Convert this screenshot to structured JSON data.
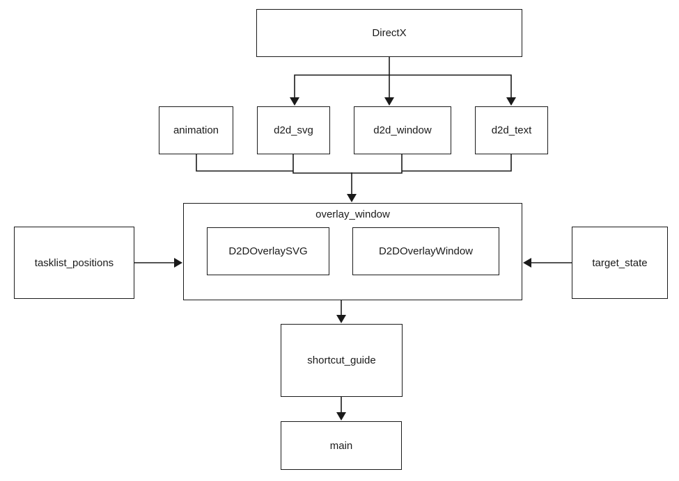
{
  "diagram": {
    "type": "dependency-flowchart",
    "colors": {
      "background": "#ffffff",
      "stroke": "#1a1a1a",
      "text": "#1a1a1a",
      "node_fill": "#ffffff"
    },
    "nodes": {
      "directx": {
        "label": "DirectX"
      },
      "animation": {
        "label": "animation"
      },
      "d2d_svg": {
        "label": "d2d_svg"
      },
      "d2d_window": {
        "label": "d2d_window"
      },
      "d2d_text": {
        "label": "d2d_text"
      },
      "overlay_window": {
        "label": "overlay_window"
      },
      "d2d_overlay_svg": {
        "label": "D2DOverlaySVG"
      },
      "d2d_overlay_window": {
        "label": "D2DOverlayWindow"
      },
      "tasklist_positions": {
        "label": "tasklist_positions"
      },
      "target_state": {
        "label": "target_state"
      },
      "shortcut_guide": {
        "label": "shortcut_guide"
      },
      "main": {
        "label": "main"
      }
    },
    "edges": [
      {
        "from": "DirectX",
        "to": "d2d_svg"
      },
      {
        "from": "DirectX",
        "to": "d2d_window"
      },
      {
        "from": "DirectX",
        "to": "d2d_text"
      },
      {
        "from": "animation",
        "to": "overlay_window"
      },
      {
        "from": "d2d_svg",
        "to": "overlay_window"
      },
      {
        "from": "d2d_window",
        "to": "overlay_window"
      },
      {
        "from": "d2d_text",
        "to": "overlay_window"
      },
      {
        "from": "tasklist_positions",
        "to": "overlay_window"
      },
      {
        "from": "target_state",
        "to": "overlay_window"
      },
      {
        "from": "overlay_window",
        "to": "shortcut_guide"
      },
      {
        "from": "shortcut_guide",
        "to": "main"
      }
    ]
  }
}
